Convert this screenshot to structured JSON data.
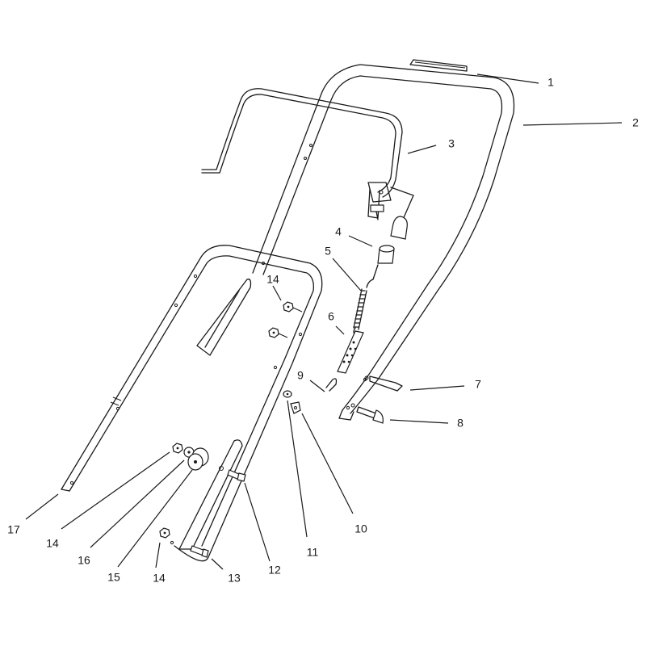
{
  "callouts": [
    {
      "id": "1",
      "label": "1",
      "target": "handle-grip-strip"
    },
    {
      "id": "2",
      "label": "2",
      "target": "upper-handle"
    },
    {
      "id": "3",
      "label": "3",
      "target": "control-bail"
    },
    {
      "id": "4",
      "label": "4",
      "target": "spring-bushing"
    },
    {
      "id": "5",
      "label": "5",
      "target": "extension-spring"
    },
    {
      "id": "6",
      "label": "6",
      "target": "spring-bracket"
    },
    {
      "id": "7",
      "label": "7",
      "target": "wire-tie"
    },
    {
      "id": "8",
      "label": "8",
      "target": "carriage-bolt"
    },
    {
      "id": "9",
      "label": "9",
      "target": "cotter-pin"
    },
    {
      "id": "10",
      "label": "10",
      "target": "cable-clip"
    },
    {
      "id": "11",
      "label": "11",
      "target": "washer"
    },
    {
      "id": "12",
      "label": "12",
      "target": "bolt"
    },
    {
      "id": "13",
      "label": "13",
      "target": "bolt"
    },
    {
      "id": "14a",
      "label": "14",
      "target": "lock-nut"
    },
    {
      "id": "14b",
      "label": "14",
      "target": "lock-nut"
    },
    {
      "id": "14c",
      "label": "14",
      "target": "lock-nut"
    },
    {
      "id": "15",
      "label": "15",
      "target": "handle-knob"
    },
    {
      "id": "16",
      "label": "16",
      "target": "washer"
    },
    {
      "id": "17",
      "label": "17",
      "target": "lower-handle"
    }
  ]
}
